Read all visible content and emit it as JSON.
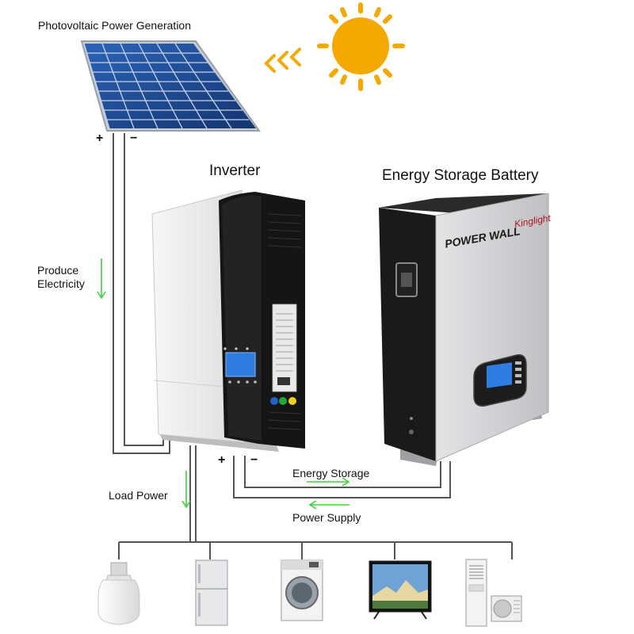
{
  "labels": {
    "pv": "Photovoltaic Power Generation",
    "inverter": "Inverter",
    "battery": "Energy Storage Battery",
    "produce_1": "Produce",
    "produce_2": "Electricity",
    "load": "Load Power",
    "energy_storage": "Energy Storage",
    "power_supply": "Power Supply"
  },
  "terminals": {
    "plus": "+",
    "minus": "−"
  },
  "battery_panel": {
    "brand_text": "POWER WALL",
    "logo_text": "Kinglight"
  },
  "appliances": [
    "light-bulb",
    "refrigerator",
    "washing-machine",
    "television",
    "air-conditioner"
  ],
  "colors": {
    "wire": "#555555",
    "flow_arrow": "#3fd23f",
    "sun": "#f5a800",
    "solar_cell": "#1f4d9a",
    "inverter_body": "#f1f1f1",
    "inverter_panel": "#151515",
    "battery_front": "#cfd0d2",
    "battery_side": "#1a1a1a",
    "lcd": "#2f7de0"
  }
}
